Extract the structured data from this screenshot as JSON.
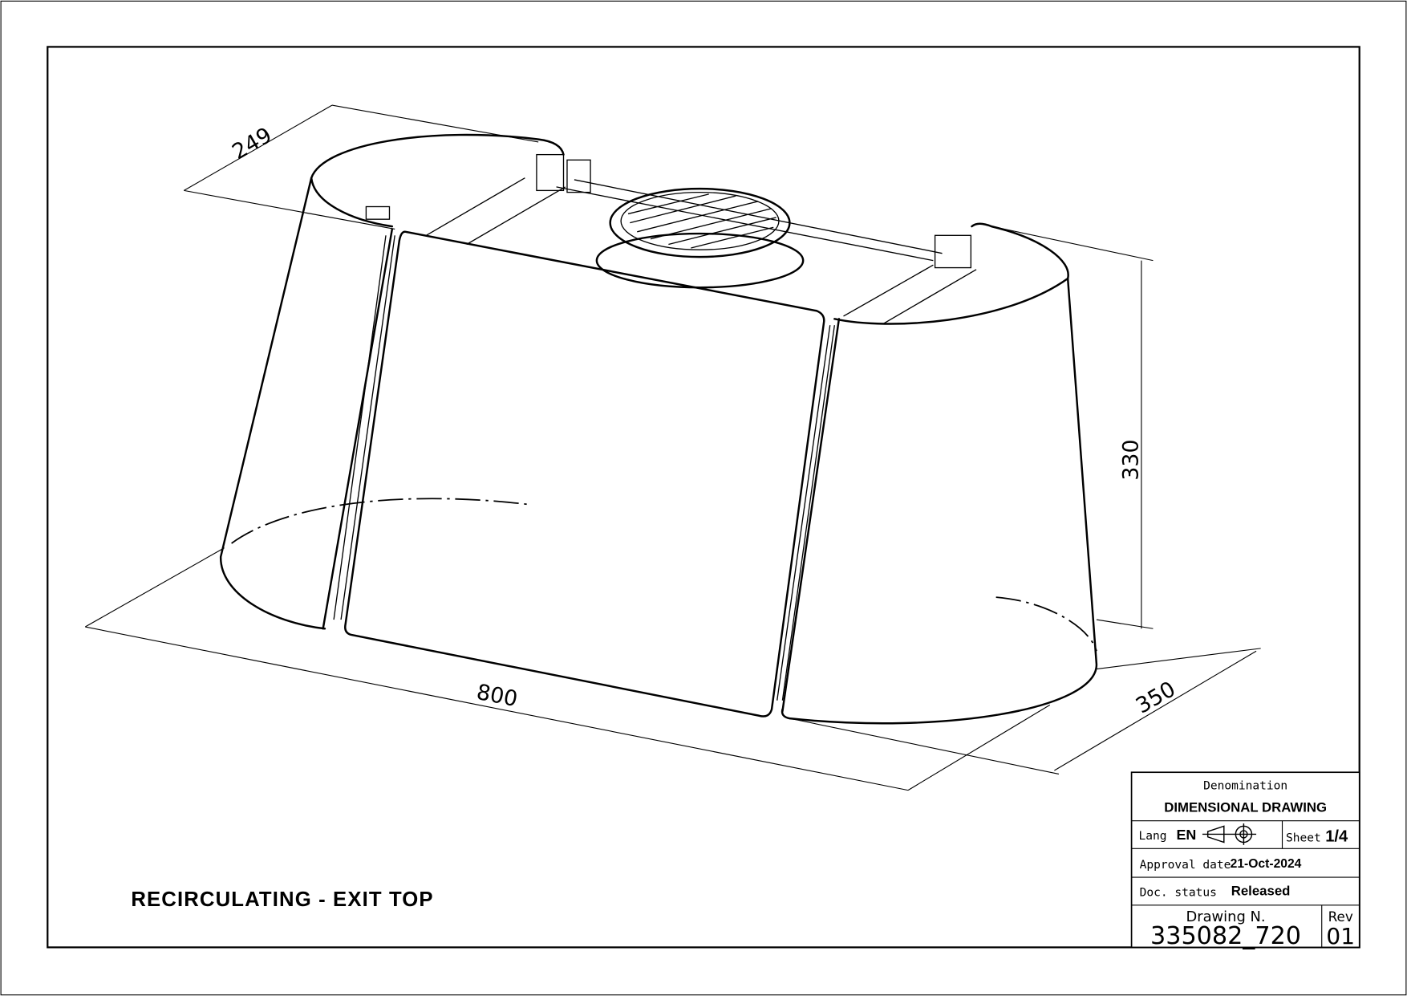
{
  "drawing": {
    "label": "RECIRCULATING - EXIT TOP",
    "dimensions": {
      "depth_top": "249",
      "width": "800",
      "height": "330",
      "depth_bottom": "350"
    }
  },
  "title_block": {
    "denomination_label": "Denomination",
    "denomination": "DIMENSIONAL DRAWING",
    "lang_label": "Lang",
    "lang": "EN",
    "sheet_label": "Sheet",
    "sheet": "1/4",
    "approval_label": "Approval date",
    "approval_date": "21-Oct-2024",
    "status_label": "Doc. status",
    "status": "Released",
    "drawing_no_label": "Drawing N.",
    "drawing_no": "335082_720",
    "rev_label": "Rev",
    "rev": "01"
  }
}
